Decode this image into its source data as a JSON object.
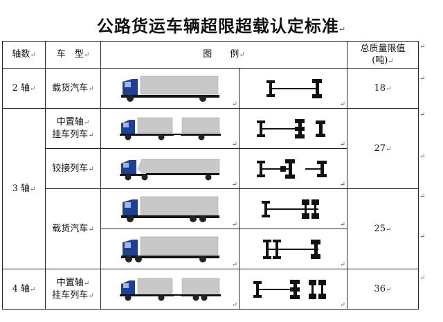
{
  "title": "公路货运车辆超限超载认定标准",
  "para_mark": "↵",
  "header": {
    "axle_count": "轴数",
    "vehicle_type": "车　型",
    "diagram": "图　　例",
    "limit_line1": "总质量限值",
    "limit_line2": "(吨)"
  },
  "rows": [
    {
      "axles": "2 轴",
      "type": "载货汽车",
      "type_line2": "",
      "limit": "18"
    },
    {
      "axles": "3 轴",
      "type": "中置轴",
      "type_line2": "挂车列车",
      "limit": "27"
    },
    {
      "axles": "",
      "type": "铰接列车",
      "type_line2": "",
      "limit": ""
    },
    {
      "axles": "",
      "type": "载货汽车",
      "type_line2": "",
      "limit": "25"
    },
    {
      "axles": "",
      "type": "",
      "type_line2": "",
      "limit": ""
    },
    {
      "axles": "4 轴",
      "type": "中置轴",
      "type_line2": "挂车列车",
      "limit": "36"
    }
  ],
  "colors": {
    "cab": "#1f3f93",
    "cargo": "#c8c8c8",
    "chassis": "#111111",
    "wheel": "#222222"
  }
}
